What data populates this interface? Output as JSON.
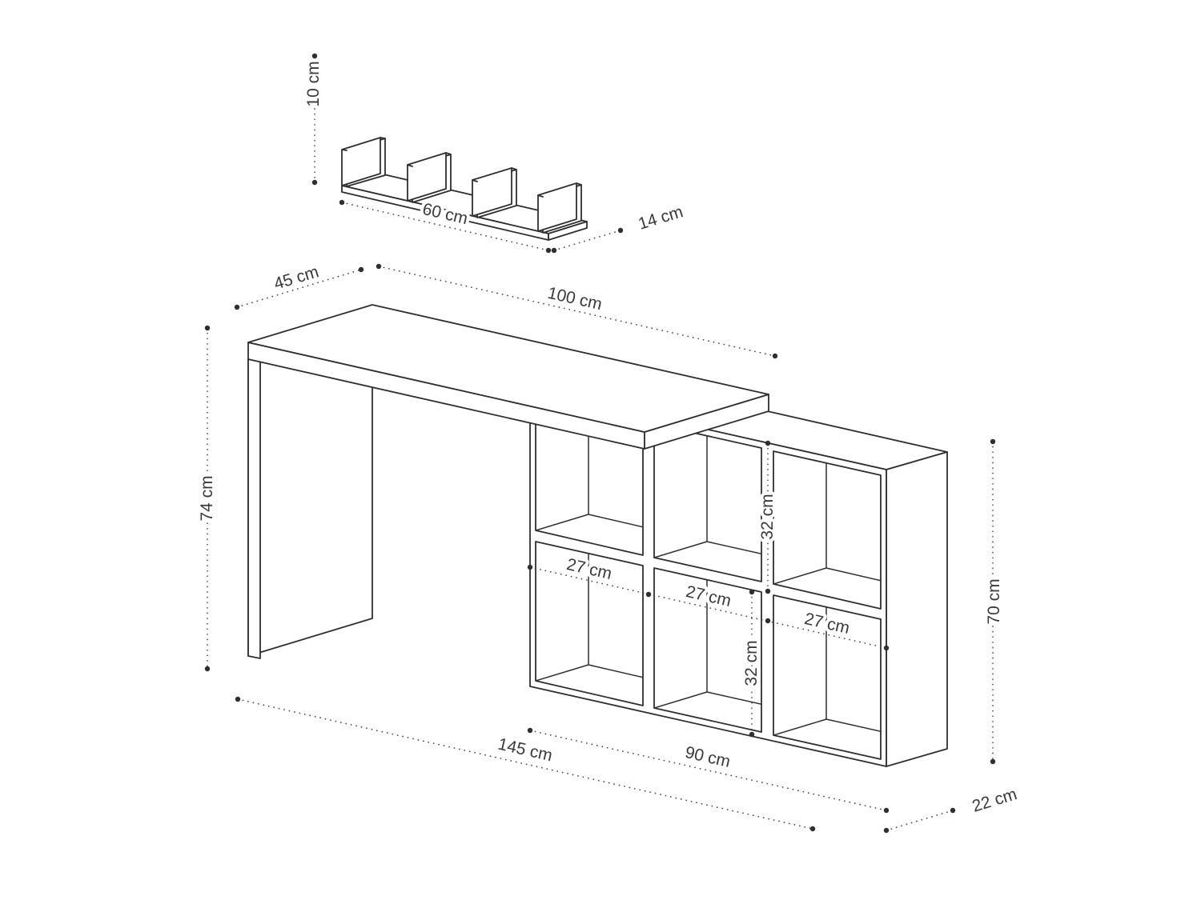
{
  "colors": {
    "background": "#ffffff",
    "line": "#2f2f2f",
    "dimension_line": "#4a4a4a",
    "label": "#3a3a3a"
  },
  "wall_shelf": {
    "height": "10 cm",
    "length": "60 cm",
    "depth": "14 cm"
  },
  "desk": {
    "depth": "45 cm",
    "top_length": "100 cm",
    "height": "74 cm",
    "total_length": "145 cm"
  },
  "bookcase": {
    "length": "90 cm",
    "height": "70 cm",
    "depth": "22 cm",
    "cell_widths": [
      "27 cm",
      "27 cm",
      "27 cm"
    ],
    "cell_heights": [
      "32 cm",
      "32 cm"
    ]
  }
}
